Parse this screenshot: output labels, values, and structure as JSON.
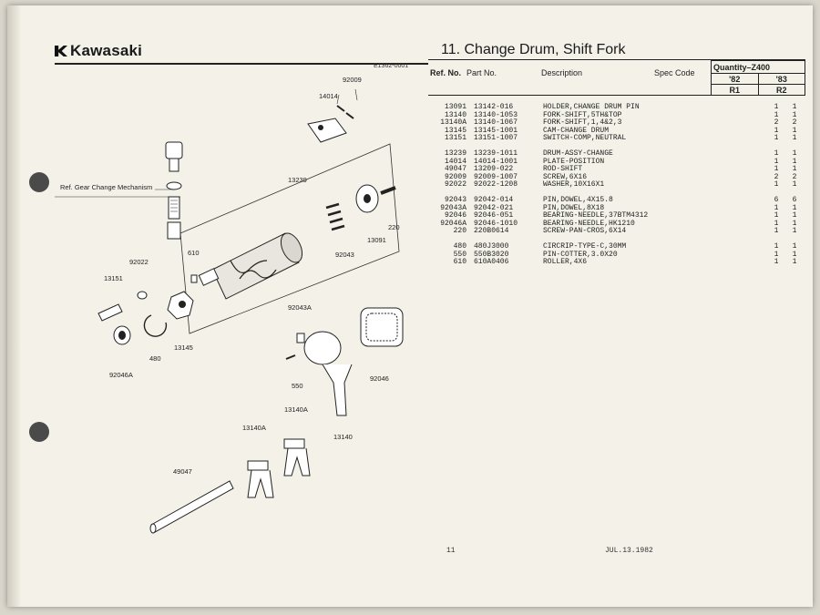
{
  "header": {
    "brand": "Kawasaki",
    "code": "E1362-0001",
    "title": "11. Change Drum,  Shift Fork"
  },
  "table": {
    "col_ref": "Ref. No.",
    "col_part": "Part  No.",
    "col_desc": "Description",
    "col_spec": "Spec Code",
    "quantity_label": "Quantity–Z400",
    "years": [
      "'82",
      "'83"
    ],
    "revs": [
      "R1",
      "R2"
    ],
    "groups": [
      [
        {
          "ref": "13091",
          "part": "13142-016",
          "desc": "HOLDER,CHANGE DRUM PIN",
          "q1": "1",
          "q2": "1"
        },
        {
          "ref": "13140",
          "part": "13140-1053",
          "desc": "FORK-SHIFT,5TH&TOP",
          "q1": "1",
          "q2": "1"
        },
        {
          "ref": "13140A",
          "part": "13140-1067",
          "desc": "FORK-SHIFT,1,4&2,3",
          "q1": "2",
          "q2": "2"
        },
        {
          "ref": "13145",
          "part": "13145-1001",
          "desc": "CAM-CHANGE DRUM",
          "q1": "1",
          "q2": "1"
        },
        {
          "ref": "13151",
          "part": "13151-1007",
          "desc": "SWITCH-COMP,NEUTRAL",
          "q1": "1",
          "q2": "1"
        }
      ],
      [
        {
          "ref": "13239",
          "part": "13239-1011",
          "desc": "DRUM-ASSY-CHANGE",
          "q1": "1",
          "q2": "1"
        },
        {
          "ref": "14014",
          "part": "14014-1001",
          "desc": "PLATE-POSITION",
          "q1": "1",
          "q2": "1"
        },
        {
          "ref": "49047",
          "part": "13209-022",
          "desc": "ROD-SHIFT",
          "q1": "1",
          "q2": "1"
        },
        {
          "ref": "92009",
          "part": "92009-1007",
          "desc": "SCREW,6X16",
          "q1": "2",
          "q2": "2"
        },
        {
          "ref": "92022",
          "part": "92022-1208",
          "desc": "WASHER,10X16X1",
          "q1": "1",
          "q2": "1"
        }
      ],
      [
        {
          "ref": "92043",
          "part": "92042-014",
          "desc": "PIN,DOWEL,4X15.8",
          "q1": "6",
          "q2": "6"
        },
        {
          "ref": "92043A",
          "part": "92042-021",
          "desc": "PIN,DOWEL,8X18",
          "q1": "1",
          "q2": "1"
        },
        {
          "ref": "92046",
          "part": "92046-051",
          "desc": "BEARING-NEEDLE,37BTM4312",
          "q1": "1",
          "q2": "1"
        },
        {
          "ref": "92046A",
          "part": "92046-1010",
          "desc": "BEARING-NEEDLE,HK1210",
          "q1": "1",
          "q2": "1"
        },
        {
          "ref": "220",
          "part": "220B0614",
          "desc": "SCREW-PAN-CROS,6X14",
          "q1": "1",
          "q2": "1"
        }
      ],
      [
        {
          "ref": "480",
          "part": "480J3000",
          "desc": "CIRCRIP-TYPE-C,30MM",
          "q1": "1",
          "q2": "1"
        },
        {
          "ref": "550",
          "part": "550B3020",
          "desc": "PIN-COTTER,3.0X20",
          "q1": "1",
          "q2": "1"
        },
        {
          "ref": "610",
          "part": "610A0406",
          "desc": "ROLLER,4X6",
          "q1": "1",
          "q2": "1"
        }
      ]
    ]
  },
  "diagram": {
    "ref_label": "Ref. Gear Change Mechanism",
    "callouts": [
      "92009",
      "14014",
      "13239",
      "220",
      "13091",
      "92043",
      "610",
      "92022",
      "13151",
      "480",
      "13145",
      "92046A",
      "92043A",
      "550",
      "92046",
      "13140",
      "13140A",
      "13140A",
      "49047"
    ]
  },
  "footer": {
    "page": "11",
    "date": "JUL.13.1982"
  },
  "colors": {
    "paper": "#f3f1e8",
    "ink": "#222222"
  }
}
